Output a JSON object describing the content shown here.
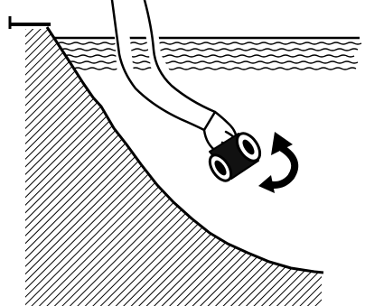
{
  "illustration": {
    "subjects": [
      "riverbank-slope",
      "water-surface",
      "arm",
      "hand",
      "cylindrical-object",
      "rotation-arrow"
    ],
    "colors": {
      "ink": "#000000",
      "paper": "#ffffff"
    }
  }
}
